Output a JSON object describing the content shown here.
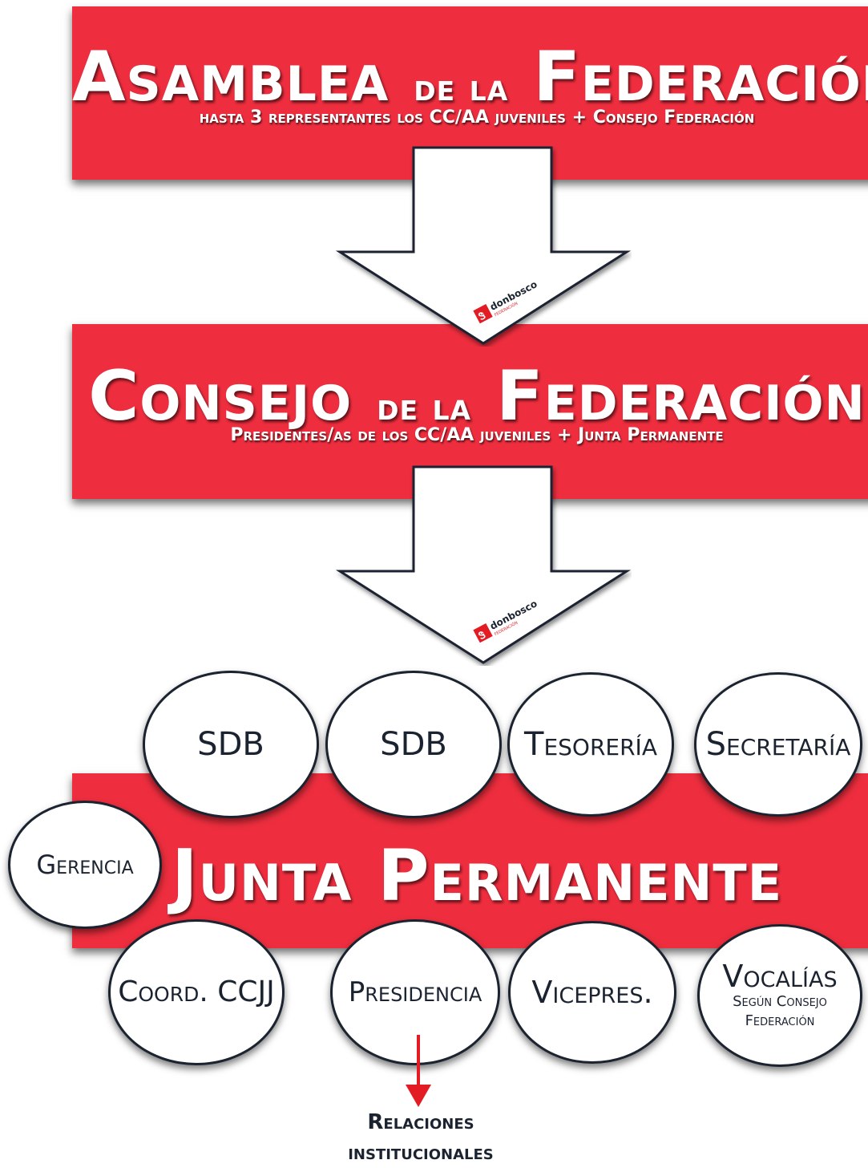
{
  "asamblea": {
    "title_1": "Asamblea",
    "title_mid": "de la",
    "title_2": "Federación",
    "subtitle": "hasta 3 representantes los CC/AA juveniles + Consejo Federación"
  },
  "consejo": {
    "title_1": "Consejo",
    "title_mid": "de la",
    "title_2": "Federación",
    "subtitle": "Presidentes/as de los CC/AA juveniles + Junta Permanente"
  },
  "logo": {
    "name": "donbosco",
    "sub": "FEDERACIÓN"
  },
  "junta": {
    "title": "Junta Permanente"
  },
  "members_top": [
    "SDB",
    "SDB",
    "Tesorería",
    "Secretaría"
  ],
  "gerencia": "Gerencia",
  "members_bottom": {
    "coord": "Coord. CCJJ",
    "presidencia": "Presidencia",
    "vicepres": "Vicepres.",
    "vocalias": "Vocalías",
    "vocalias_sub_1": "Según Consejo",
    "vocalias_sub_2": "Federación"
  },
  "relaciones": {
    "line_1": "Relaciones",
    "line_2": "institucionales"
  },
  "colors": {
    "banner_red": "#ee2e3e",
    "circle_border": "#1b2330",
    "arrow_accent": "#e31b23"
  }
}
